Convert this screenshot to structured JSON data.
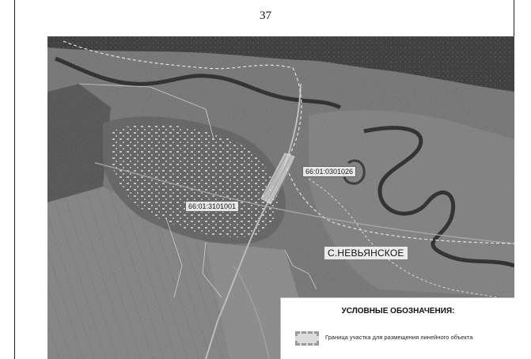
{
  "page": {
    "number": "37"
  },
  "map": {
    "cadastral_labels": [
      {
        "id": "east",
        "text": "66:01:0301026"
      },
      {
        "id": "west",
        "text": "66:01:3101001"
      }
    ],
    "settlement_label": "С.НЕВЬЯНСКОЕ"
  },
  "legend": {
    "title": "УСЛОВНЫЕ ОБОЗНАЧЕНИЯ:",
    "items": [
      {
        "text": "Граница участка для размещения линейного объекта",
        "swatch_color": "#dcdcdc",
        "border_color": "#9a9a9a"
      }
    ]
  },
  "colors": {
    "map_dark": "#3a3a3a",
    "map_mid": "#6a6a6a",
    "map_light": "#8c8c8c",
    "river": "#1e1e1e"
  }
}
